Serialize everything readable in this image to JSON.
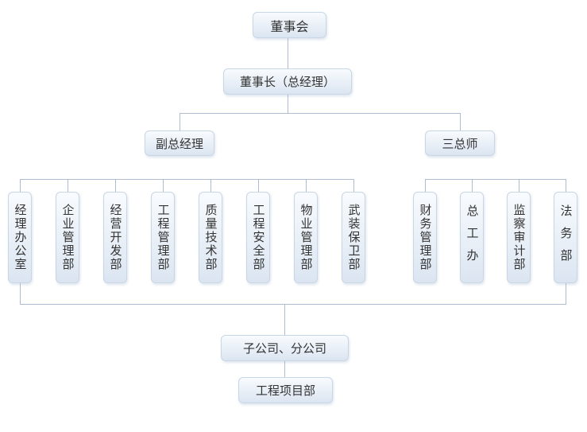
{
  "org": {
    "board": "董事会",
    "chairman": "董事长（总经理）",
    "deputy_gm": "副总经理",
    "three_chiefs": "三总师",
    "left_departments": [
      "经理办公室",
      "企业管理部",
      "经营开发部",
      "工程管理部",
      "质量技术部",
      "工程安全部",
      "物业管理部",
      "武装保卫部"
    ],
    "right_departments": [
      "财务管理部",
      "总工办",
      "监察审计部",
      "法务部"
    ],
    "subsidiaries": "子公司、分公司",
    "project_dept": "工程项目部"
  },
  "colors": {
    "node_bg_top": "#f8fbfe",
    "node_bg_bottom": "#dbe5f1",
    "node_border": "#c9d6e3",
    "line": "#aebdd3",
    "text": "#333333"
  }
}
